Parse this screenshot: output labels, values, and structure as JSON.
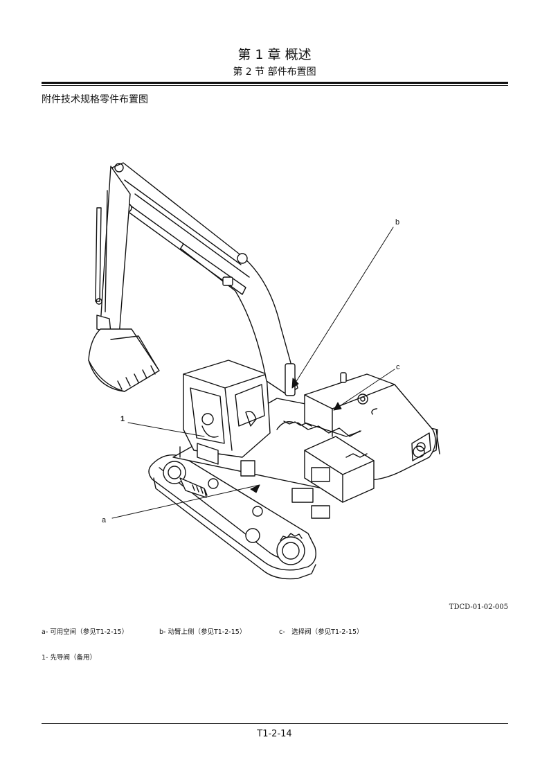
{
  "header": {
    "chapter": "第 1 章 概述",
    "section": "第 2 节 部件布置图"
  },
  "subtitle": "附件技术规格零件布置图",
  "figure": {
    "callouts": {
      "a": "a",
      "b": "b",
      "c": "c",
      "one": "1"
    },
    "code": "TDCD-01-02-005"
  },
  "legend": {
    "a": "a- 可用空间（参见T1-2-15）",
    "b": "b- 动臂上侧（参见T1-2-15）",
    "c": "c-　选择阀（参见T1-2-15）",
    "one": "1- 先导阀（备用）"
  },
  "footer": {
    "page": "T1-2-14"
  }
}
